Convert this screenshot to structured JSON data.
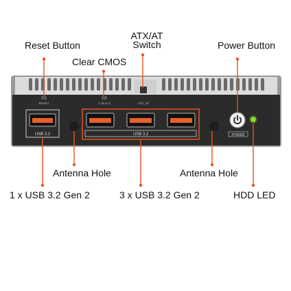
{
  "labels": {
    "reset_button": "Reset Button",
    "atx_at_line1": "ATX/AT",
    "atx_at_line2": "Switch",
    "power_button": "Power Button",
    "clear_cmos": "Clear CMOS",
    "antenna_hole_left": "Antenna Hole",
    "antenna_hole_right": "Antenna Hole",
    "usb_single": "1 x USB 3.2 Gen 2",
    "usb_triple": "3 x USB 3.2 Gen 2",
    "hdd_led": "HDD LED"
  },
  "panel_print": {
    "reset": "RESET",
    "cmos": "C.M.O.S",
    "atx": "ATX_AT",
    "usb_left": "USB 3.2",
    "usb_group": "USB 3.2",
    "power": "POWER"
  },
  "colors": {
    "callout": "#e8541e",
    "panel": "#2b2b2b",
    "panel_frame": "#9a9a9a",
    "usb_port": "#e8602a",
    "led": "#8bdc2a",
    "label_text": "#111111"
  },
  "icons": [
    "power-icon",
    "led-indicator"
  ]
}
